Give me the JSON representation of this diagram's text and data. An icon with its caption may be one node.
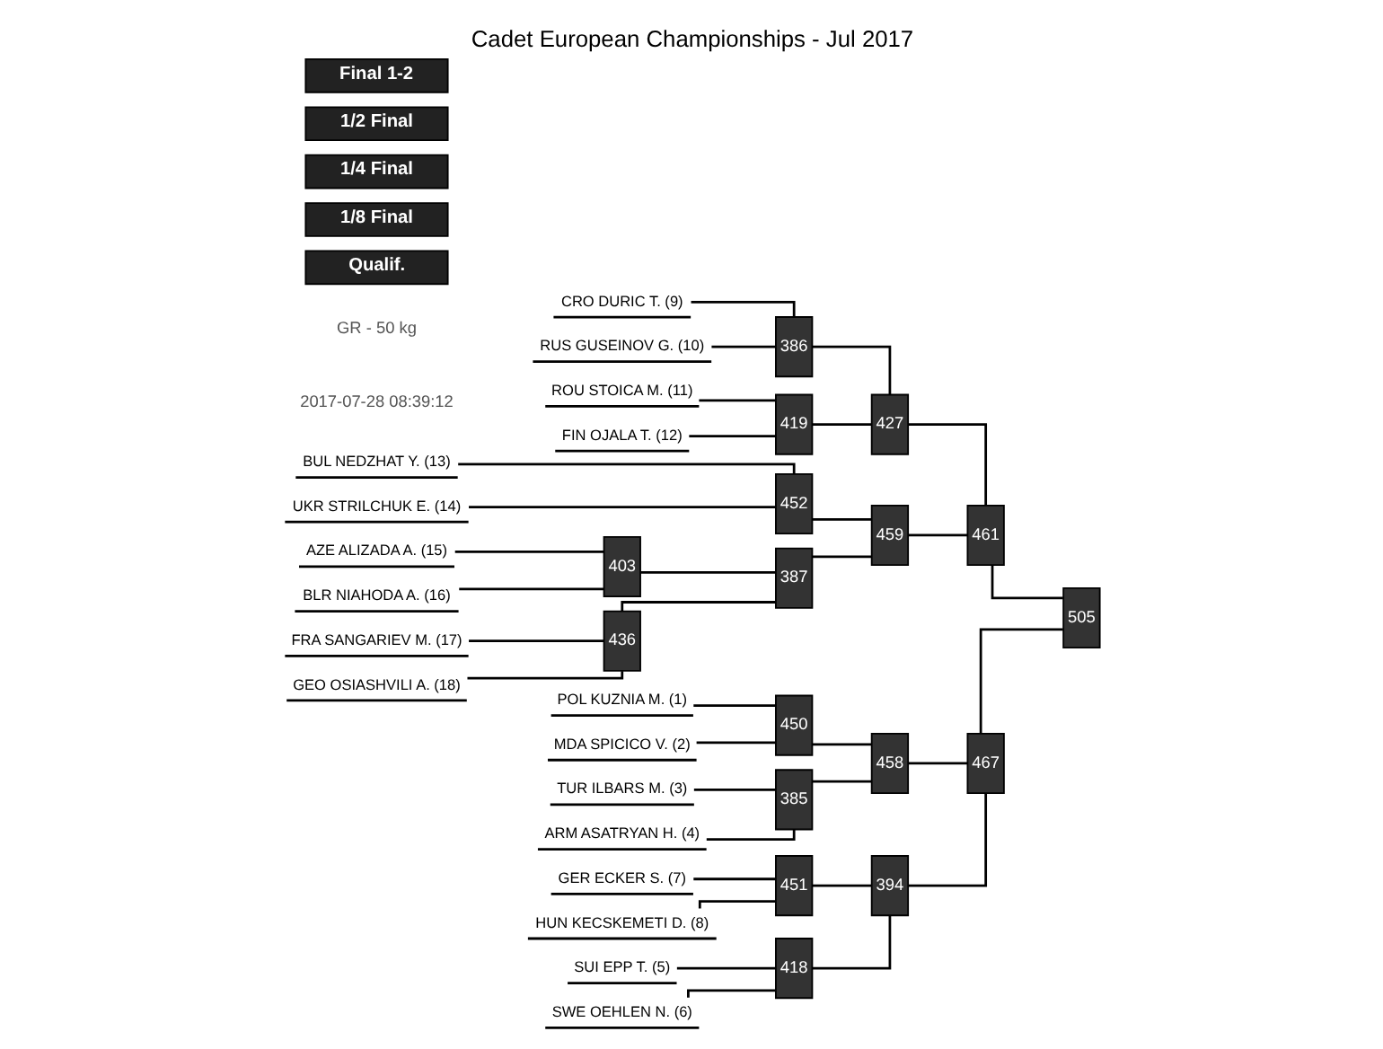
{
  "diagram": {
    "title": "Cadet European Championships - Jul 2017",
    "nodes": [
      {
        "text": [
          "POL KUZNIA M. (1)"
        ]
      },
      {
        "text": [
          "MDA SPICICO V. (2)"
        ]
      },
      {
        "text": [
          "TUR ILBARS M. (3)"
        ]
      },
      {
        "text": [
          "ARM ASATRYAN H. (4)"
        ]
      },
      {
        "text": [
          "SUI EPP T. (5)"
        ]
      },
      {
        "text": [
          "SWE OEHLEN N. (6)"
        ]
      },
      {
        "text": [
          "GER ECKER S. (7)"
        ]
      },
      {
        "text": [
          "HUN KECSKEMETI D. (8)"
        ]
      },
      {
        "text": [
          "CRO DURIC T. (9)"
        ]
      },
      {
        "text": [
          "RUS GUSEINOV G. (10)"
        ]
      },
      {
        "text": [
          "ROU STOICA M. (11)"
        ]
      },
      {
        "text": [
          "FIN OJALA T. (12)"
        ]
      },
      {
        "text": [
          "BUL NEDZHAT Y. (13)"
        ]
      },
      {
        "text": [
          "UKR STRILCHUK E. (14)"
        ]
      },
      {
        "text": [
          "AZE ALIZADA A. (15)"
        ]
      },
      {
        "text": [
          "BLR NIAHODA A. (16)"
        ]
      },
      {
        "text": [
          "FRA SANGARIEV M. (17)"
        ]
      },
      {
        "text": [
          "GEO OSIASHVILI A. (18)"
        ]
      },
      {
        "text": [
          "450"
        ]
      },
      {
        "text": [
          "385"
        ]
      },
      {
        "text": [
          "418"
        ]
      },
      {
        "text": [
          "451"
        ]
      },
      {
        "text": [
          "386"
        ]
      },
      {
        "text": [
          "419"
        ]
      },
      {
        "text": [
          "452"
        ]
      },
      {
        "text": [
          "403"
        ]
      },
      {
        "text": [
          "436"
        ]
      },
      {
        "text": [
          "387"
        ]
      },
      {
        "text": [
          "458"
        ]
      },
      {
        "text": [
          "394"
        ]
      },
      {
        "text": [
          "427"
        ]
      },
      {
        "text": [
          "459"
        ]
      },
      {
        "text": [
          "467"
        ]
      },
      {
        "text": [
          "461"
        ]
      },
      {
        "text": [
          "505"
        ]
      }
    ],
    "edges": [
      {
        "from": 0,
        "to": 18,
        "arrow": "none"
      },
      {
        "from": 1,
        "to": 18,
        "arrow": "none"
      },
      {
        "from": 2,
        "to": 19,
        "arrow": "none"
      },
      {
        "from": 3,
        "to": 19,
        "arrow": "none"
      },
      {
        "from": 4,
        "to": 20,
        "arrow": "none"
      },
      {
        "from": 5,
        "to": 20,
        "arrow": "none"
      },
      {
        "from": 6,
        "to": 21,
        "arrow": "none"
      },
      {
        "from": 7,
        "to": 21,
        "arrow": "none"
      },
      {
        "from": 8,
        "to": 22,
        "arrow": "none"
      },
      {
        "from": 9,
        "to": 22,
        "arrow": "none"
      },
      {
        "from": 10,
        "to": 23,
        "arrow": "none"
      },
      {
        "from": 11,
        "to": 23,
        "arrow": "none"
      },
      {
        "from": 12,
        "to": 24,
        "arrow": "none"
      },
      {
        "from": 13,
        "to": 24,
        "arrow": "none"
      },
      {
        "from": 14,
        "to": 25,
        "arrow": "none"
      },
      {
        "from": 15,
        "to": 25,
        "arrow": "none"
      },
      {
        "from": 16,
        "to": 26,
        "arrow": "none"
      },
      {
        "from": 17,
        "to": 26,
        "arrow": "none"
      },
      {
        "from": 25,
        "to": 27,
        "arrow": "none"
      },
      {
        "from": 26,
        "to": 27,
        "arrow": "none"
      },
      {
        "from": 18,
        "to": 28,
        "arrow": "none"
      },
      {
        "from": 19,
        "to": 28,
        "arrow": "none"
      },
      {
        "from": 20,
        "to": 29,
        "arrow": "none"
      },
      {
        "from": 21,
        "to": 29,
        "arrow": "none"
      },
      {
        "from": 22,
        "to": 30,
        "arrow": "none"
      },
      {
        "from": 23,
        "to": 30,
        "arrow": "none"
      },
      {
        "from": 24,
        "to": 31,
        "arrow": "none"
      },
      {
        "from": 27,
        "to": 31,
        "arrow": "none"
      },
      {
        "from": 28,
        "to": 32,
        "arrow": "none"
      },
      {
        "from": 29,
        "to": 32,
        "arrow": "none"
      },
      {
        "from": 30,
        "to": 33,
        "arrow": "none"
      },
      {
        "from": 31,
        "to": 33,
        "arrow": "none"
      },
      {
        "from": 32,
        "to": 34,
        "arrow": "none"
      },
      {
        "from": 33,
        "to": 34,
        "arrow": "none"
      }
    ],
    "labels": [
      "2017-07-28 08:39:12",
      "GR - 50 kg",
      "Qualif.",
      "1/8 Final",
      "1/4 Final",
      "1/2 Final",
      "Final 1-2"
    ]
  }
}
